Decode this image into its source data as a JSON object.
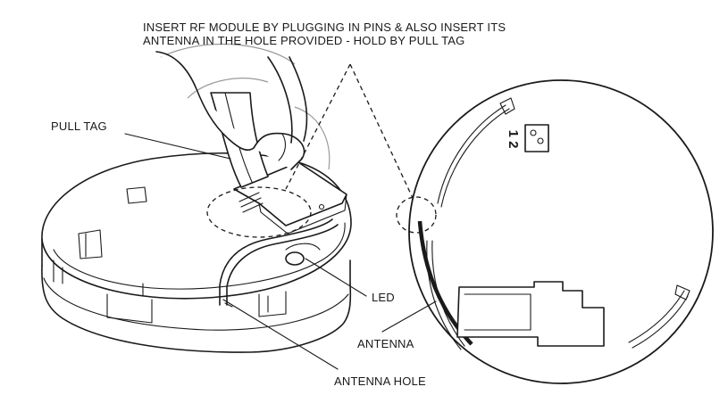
{
  "instruction": {
    "line1": "INSERT RF MODULE BY PLUGGING IN PINS & ALSO INSERT ITS",
    "line2": "ANTENNA IN THE HOLE PROVIDED - HOLD BY PULL TAG"
  },
  "labels": {
    "pull_tag": "PULL TAG",
    "led": "LED",
    "antenna": "ANTENNA",
    "antenna_hole": "ANTENNA HOLE"
  },
  "jumper": {
    "label": "1 2"
  }
}
